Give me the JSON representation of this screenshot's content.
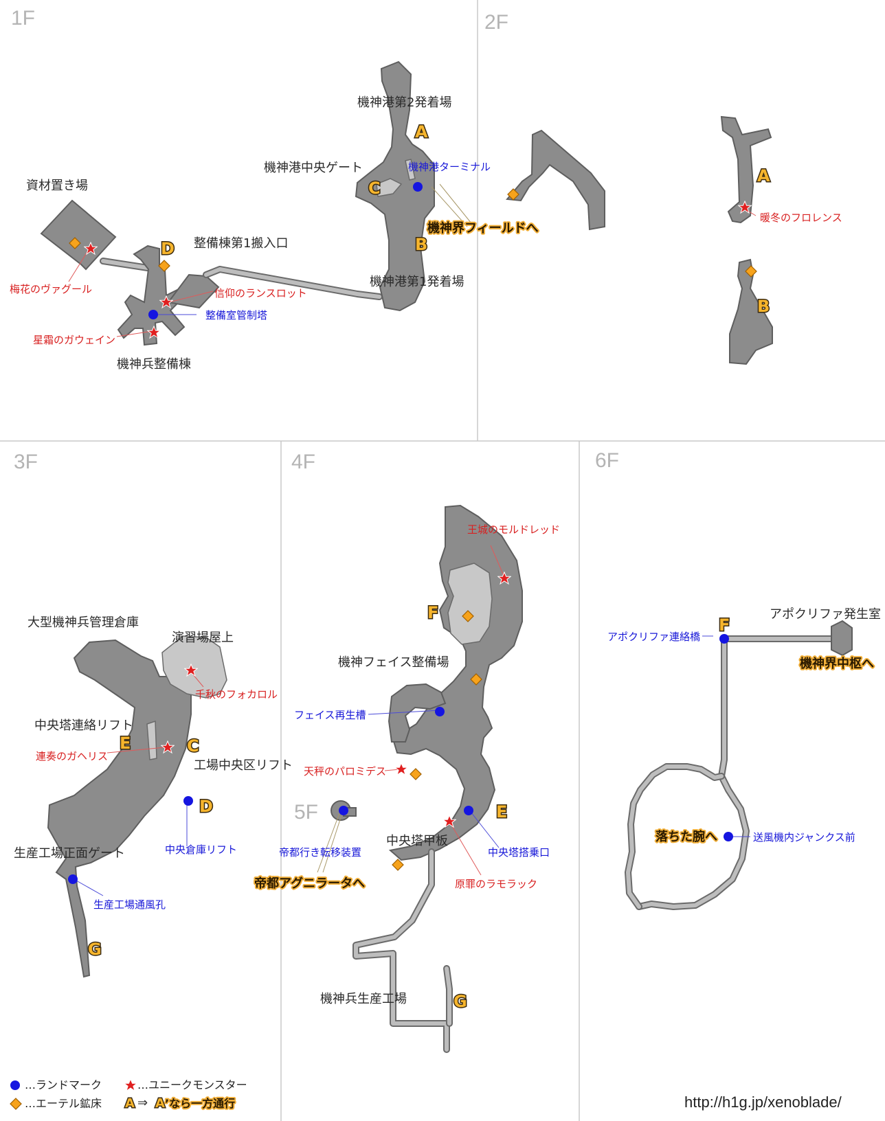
{
  "floors": {
    "f1": "1F",
    "f2": "2F",
    "f3": "3F",
    "f4": "4F",
    "f5": "5F",
    "f6": "6F"
  },
  "areas": {
    "a1": "機神港第2発着場",
    "a2": "機神港中央ゲート",
    "a3": "資材置き場",
    "a4": "整備棟第1搬入口",
    "a5": "機神港第1発着場",
    "a6": "機神兵整備棟",
    "a7": "大型機神兵管理倉庫",
    "a8": "演習場屋上",
    "a9": "中央塔連絡リフト",
    "a10": "工場中央区リフト",
    "a11": "生産工場正面ゲート",
    "a12": "機神フェイス整備場",
    "a13": "中央塔甲板",
    "a14": "機神兵生産工場",
    "a15": "アポクリファ発生室"
  },
  "landmarks": {
    "l1": "機神港ターミナル",
    "l2": "整備室管制塔",
    "l3": "中央倉庫リフト",
    "l4": "生産工場通風孔",
    "l5": "フェイス再生槽",
    "l6": "中央塔搭乗口",
    "l7": "帝都行き転移装置",
    "l8": "アポクリファ連絡橋",
    "l9": "送風機内ジャンクス前"
  },
  "monsters": {
    "m1": "信仰のランスロット",
    "m2": "梅花のヴァグール",
    "m3": "星霜のガウェイン",
    "m4": "暖冬のフロレンス",
    "m5": "千秋のフォカロル",
    "m6": "連奏のガヘリス",
    "m7": "王城のモルドレッド",
    "m8": "天秤のパロミデス",
    "m9": "原罪のラモラック"
  },
  "exits": {
    "e1": "機神界フィールドへ",
    "e2": "帝都アグニラータへ",
    "e3": "機神界中枢へ",
    "e4": "落ちた腕へ"
  },
  "letters": {
    "A": "A",
    "B": "B",
    "C": "C",
    "D": "D",
    "E": "E",
    "F": "F",
    "G": "G"
  },
  "legend": {
    "landmark": "…ランドマーク",
    "unique": "…ユニークモンスター",
    "ether": "…エーテル鉱床",
    "oneway_from": "A",
    "oneway_to": "A",
    "oneway_text": "’なら一方通行"
  },
  "footer": {
    "url": "http://h1g.jp/xenoblade/"
  },
  "colors": {
    "landmark": "#1515e0",
    "monster": "#e02020",
    "ether": "#f7a31c",
    "map_fill": "#8c8c8c",
    "frame": "#c8c8c8"
  }
}
